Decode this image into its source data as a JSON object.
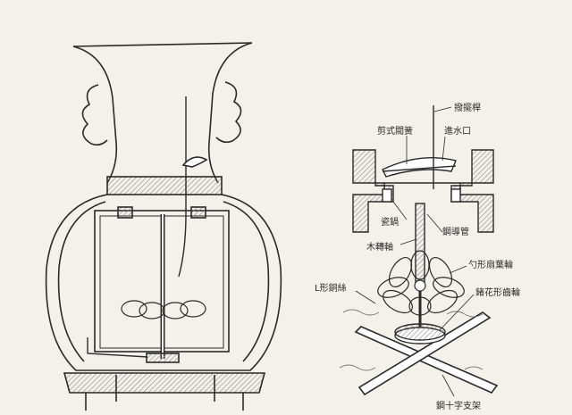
{
  "labels": {
    "rod": "撥擺桿",
    "scissor_valve": "剪式閥簧",
    "inlet": "進水口",
    "ceramic_pot": "瓷鍋",
    "glass_tube": "鋼導管",
    "wood_shaft": "木轉軸",
    "spoon_blade_wheel": "勺形扇葉輪",
    "l_copper_wire": "L形銅絲",
    "gear_wheel": "鍺花形齒輪",
    "copper_cross_frame": "鋼十字支架"
  },
  "colors": {
    "paper": "#f4f1ea",
    "ink": "#2a2a2a",
    "hatch": "#8a8a8a"
  }
}
